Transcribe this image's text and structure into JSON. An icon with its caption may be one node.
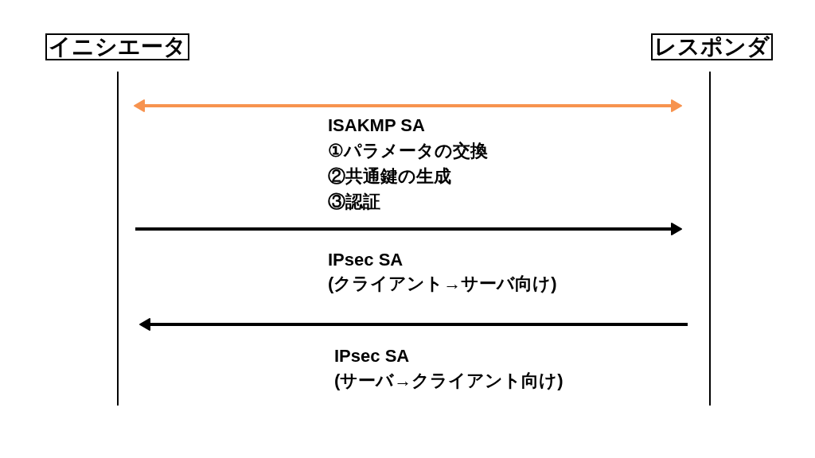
{
  "diagram": {
    "nodes": [
      {
        "text": [
          "イニシエータ"
        ]
      },
      {
        "text": [
          "レスポンダ"
        ]
      },
      {
        "text": [],
        "shape": "line"
      },
      {
        "text": [],
        "shape": "line"
      }
    ],
    "edges": [
      {
        "from": 2,
        "to": 3,
        "arrow": "both",
        "color": "#f7934f",
        "label": "ISAKMP SA ①パラメータの交換 ②共通鍵の生成 ③認証"
      },
      {
        "from": 2,
        "to": 3,
        "arrow": "to",
        "label": "IPsec SA (クライアント→サーバ向け)"
      },
      {
        "from": 3,
        "to": 2,
        "arrow": "to",
        "label": "IPsec SA (サーバ→クライアント向け)"
      }
    ]
  }
}
